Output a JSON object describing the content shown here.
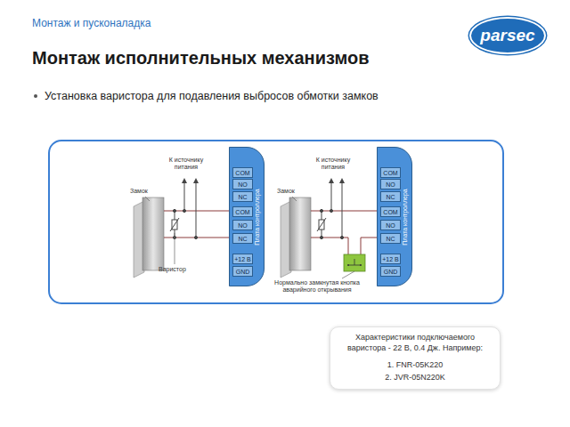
{
  "diagram": {
    "title": "Монтаж исполнительных механизмов",
    "nodes": [
      {
        "text": [
          "parsec"
        ]
      },
      {
        "text": [
          "Плата контроллера"
        ]
      },
      {
        "text": [
          "COM"
        ],
        "in": 1
      },
      {
        "text": [
          "NO"
        ],
        "in": 1
      },
      {
        "text": [
          "NC"
        ],
        "in": 1
      },
      {
        "text": [
          "COM"
        ],
        "in": 1
      },
      {
        "text": [
          "NO"
        ],
        "in": 1
      },
      {
        "text": [
          "NC"
        ],
        "in": 1
      },
      {
        "text": [
          "+12 В"
        ],
        "in": 1
      },
      {
        "text": [
          "GND"
        ],
        "in": 1
      },
      {
        "text": [
          "Плата контроллера"
        ]
      },
      {
        "text": [
          "COM"
        ],
        "in": 10
      },
      {
        "text": [
          "NO"
        ],
        "in": 10
      },
      {
        "text": [
          "NC"
        ],
        "in": 10
      },
      {
        "text": [
          "COM"
        ],
        "in": 10
      },
      {
        "text": [
          "NO"
        ],
        "in": 10
      },
      {
        "text": [
          "NC"
        ],
        "in": 10
      },
      {
        "text": [
          "+12 В"
        ],
        "in": 10
      },
      {
        "text": [
          "GND"
        ],
        "in": 10
      },
      {
        "text": [
          "Характеристики подключаемого варистора - 22 В, 0.4 Дж. Например:",
          "1. FNR-05K220",
          "2. JVR-05N220K"
        ]
      }
    ],
    "labels": [
      "Монтаж и пусконаладка",
      "Установка варистора для подавления выбросов обмотки замков",
      "К источнику питания",
      "Замок",
      "Варистор",
      "К источнику питания",
      "Замок",
      "Нормально замкнутая кнопка аварийного открывания"
    ]
  }
}
